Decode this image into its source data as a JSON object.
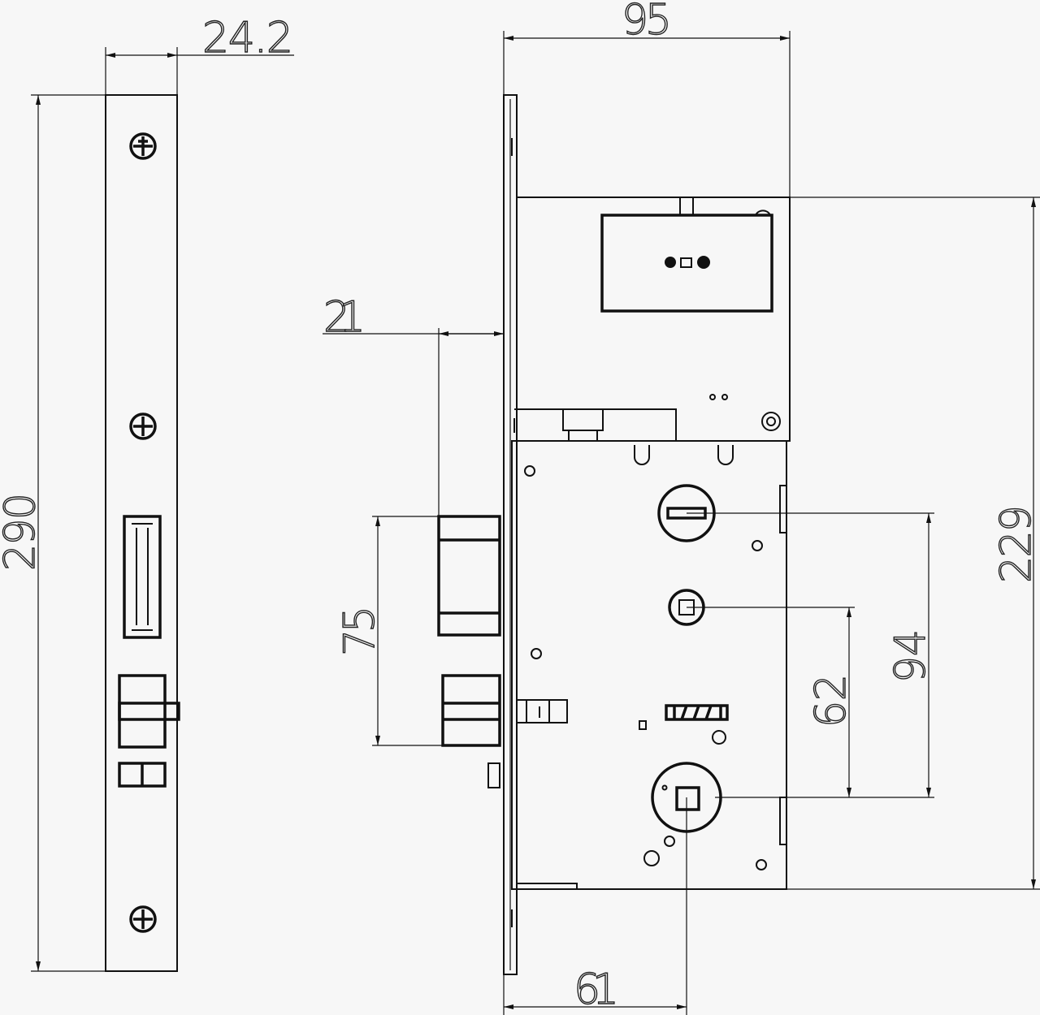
{
  "drawing": {
    "title": "Mortise lock dimension drawing",
    "dimensions": {
      "faceplate_width": "24.2",
      "faceplate_height": "290",
      "body_depth": "95",
      "bolt_throw": "21",
      "bolt_to_latch": "75",
      "body_height": "229",
      "cylinder_to_spindle": "94",
      "thumbturn_to_spindle": "62",
      "backset": "61"
    }
  }
}
